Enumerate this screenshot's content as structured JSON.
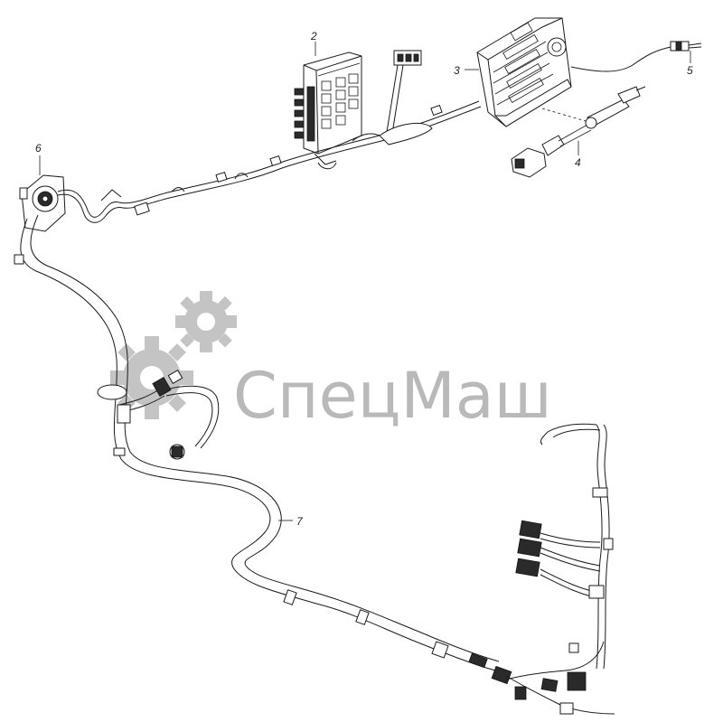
{
  "callouts": [
    {
      "id": "2",
      "label": "2"
    },
    {
      "id": "3",
      "label": "3"
    },
    {
      "id": "4",
      "label": "4"
    },
    {
      "id": "5",
      "label": "5"
    },
    {
      "id": "6",
      "label": "6"
    },
    {
      "id": "7",
      "label": "7"
    }
  ],
  "watermark": {
    "text": "СпецМаш",
    "color": "#b9b9b9"
  }
}
